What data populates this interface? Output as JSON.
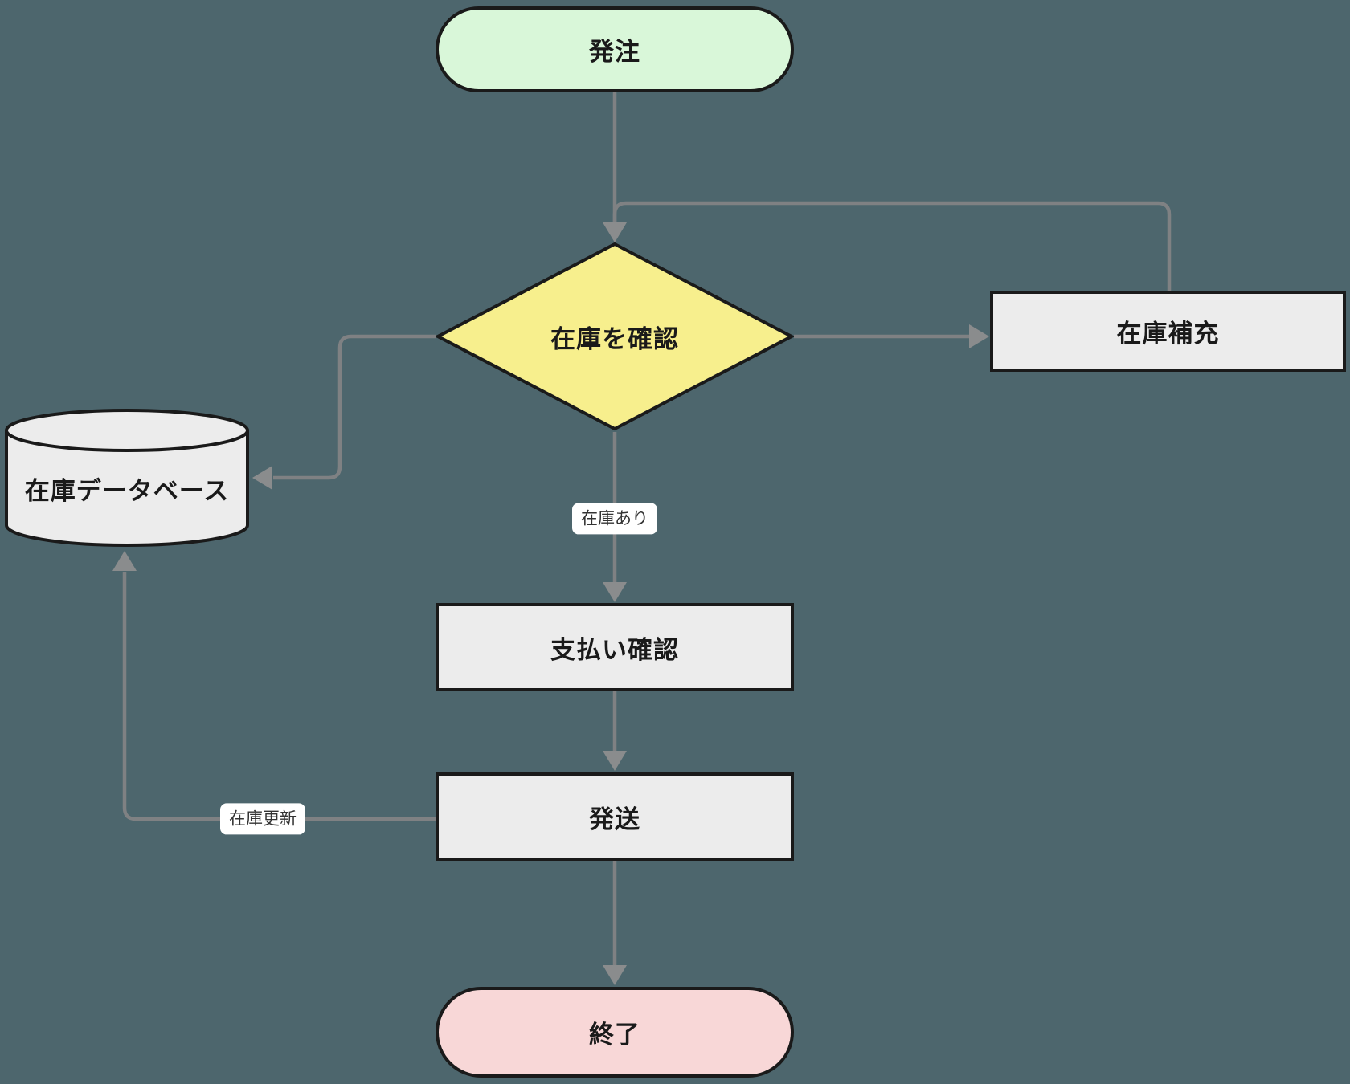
{
  "diagram": {
    "type": "flowchart",
    "direction": "top-down",
    "colors": {
      "background": "#4d666d",
      "start_node_fill": "#d9f7d9",
      "decision_node_fill": "#f7ef8d",
      "process_node_fill": "#ececec",
      "end_node_fill": "#f8d7d7",
      "node_border": "#1a1a1a",
      "edge_line": "#7f8183",
      "edge_label_bg": "#ffffff"
    },
    "nodes": {
      "start": {
        "label": "発注",
        "shape": "stadium",
        "fill": "#d9f7d9"
      },
      "check_stock": {
        "label": "在庫を確認",
        "shape": "diamond",
        "fill": "#f7ef8d"
      },
      "restock": {
        "label": "在庫補充",
        "shape": "rectangle",
        "fill": "#ececec"
      },
      "database": {
        "label": "在庫データベース",
        "shape": "cylinder",
        "fill": "#ececec"
      },
      "payment": {
        "label": "支払い確認",
        "shape": "rectangle",
        "fill": "#ececec"
      },
      "ship": {
        "label": "発送",
        "shape": "rectangle",
        "fill": "#ececec"
      },
      "end": {
        "label": "終了",
        "shape": "stadium",
        "fill": "#f8d7d7"
      }
    },
    "edge_labels": {
      "in_stock": "在庫あり",
      "stock_update": "在庫更新"
    },
    "edges": [
      {
        "from": "start",
        "to": "check_stock",
        "label": ""
      },
      {
        "from": "check_stock",
        "to": "restock",
        "label": ""
      },
      {
        "from": "restock",
        "to": "check_stock",
        "label": ""
      },
      {
        "from": "check_stock",
        "to": "database",
        "label": ""
      },
      {
        "from": "check_stock",
        "to": "payment",
        "label": "在庫あり"
      },
      {
        "from": "payment",
        "to": "ship",
        "label": ""
      },
      {
        "from": "ship",
        "to": "end",
        "label": ""
      },
      {
        "from": "ship",
        "to": "database",
        "label": "在庫更新"
      }
    ]
  }
}
